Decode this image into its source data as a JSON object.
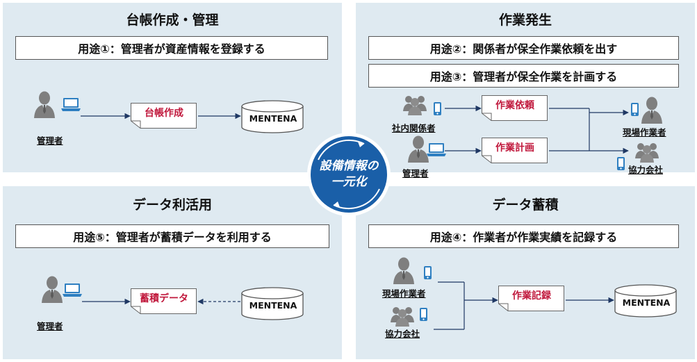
{
  "panels": {
    "ledger": {
      "title": "台帳作成・管理",
      "usage": "用途①：管理者が資産情報を登録する",
      "person": "管理者",
      "doc": "台帳作成",
      "db": "MENTENA"
    },
    "work": {
      "title": "作業発生",
      "usage2": "用途②：関係者が保全作業依頼を出す",
      "usage3": "用途③：管理者が保全作業を計画する",
      "requester": "社内関係者",
      "manager": "管理者",
      "doc_request": "作業依頼",
      "doc_plan": "作業計画",
      "field_worker": "現場作業者",
      "partner": "協力会社"
    },
    "data_use": {
      "title": "データ利活用",
      "usage": "用途⑤：管理者が蓄積データを利用する",
      "person": "管理者",
      "doc": "蓄積データ",
      "db": "MENTENA"
    },
    "accumulate": {
      "title": "データ蓄積",
      "usage": "用途④：作業者が作業実績を記録する",
      "field_worker": "現場作業者",
      "partner": "協力会社",
      "doc": "作業記録",
      "db": "MENTENA"
    }
  },
  "center": {
    "line1": "設備情報の",
    "line2": "一元化"
  },
  "colors": {
    "panel_bg": "#dfeaf1",
    "accent_red": "#c0183c",
    "center_blue": "#1a5fa8",
    "arrow": "#1f3864"
  }
}
